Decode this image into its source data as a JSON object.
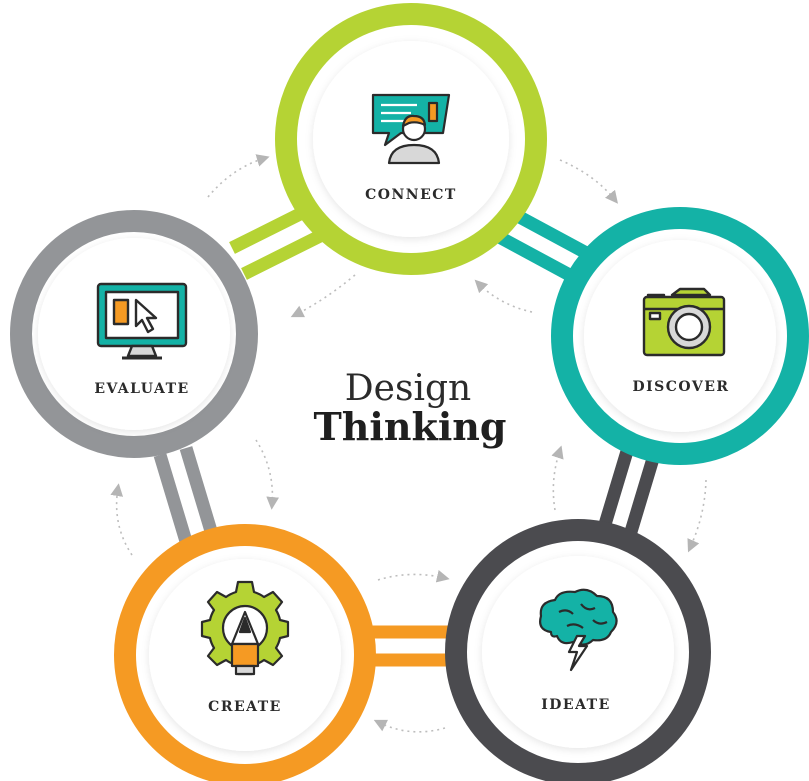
{
  "title": {
    "line1": "Design",
    "line2": "Thinking"
  },
  "stages": {
    "connect": {
      "label": "CONNECT",
      "color": "#B5D334",
      "icon": "chat-person-icon"
    },
    "discover": {
      "label": "DISCOVER",
      "color": "#14B2A6",
      "icon": "camera-icon"
    },
    "ideate": {
      "label": "IDEATE",
      "color": "#4B4B4F",
      "icon": "brain-storm-icon"
    },
    "create": {
      "label": "CREATE",
      "color": "#F59A23",
      "icon": "gear-pencil-icon"
    },
    "evaluate": {
      "label": "EVALUATE",
      "color": "#939598",
      "icon": "monitor-cursor-icon"
    }
  }
}
